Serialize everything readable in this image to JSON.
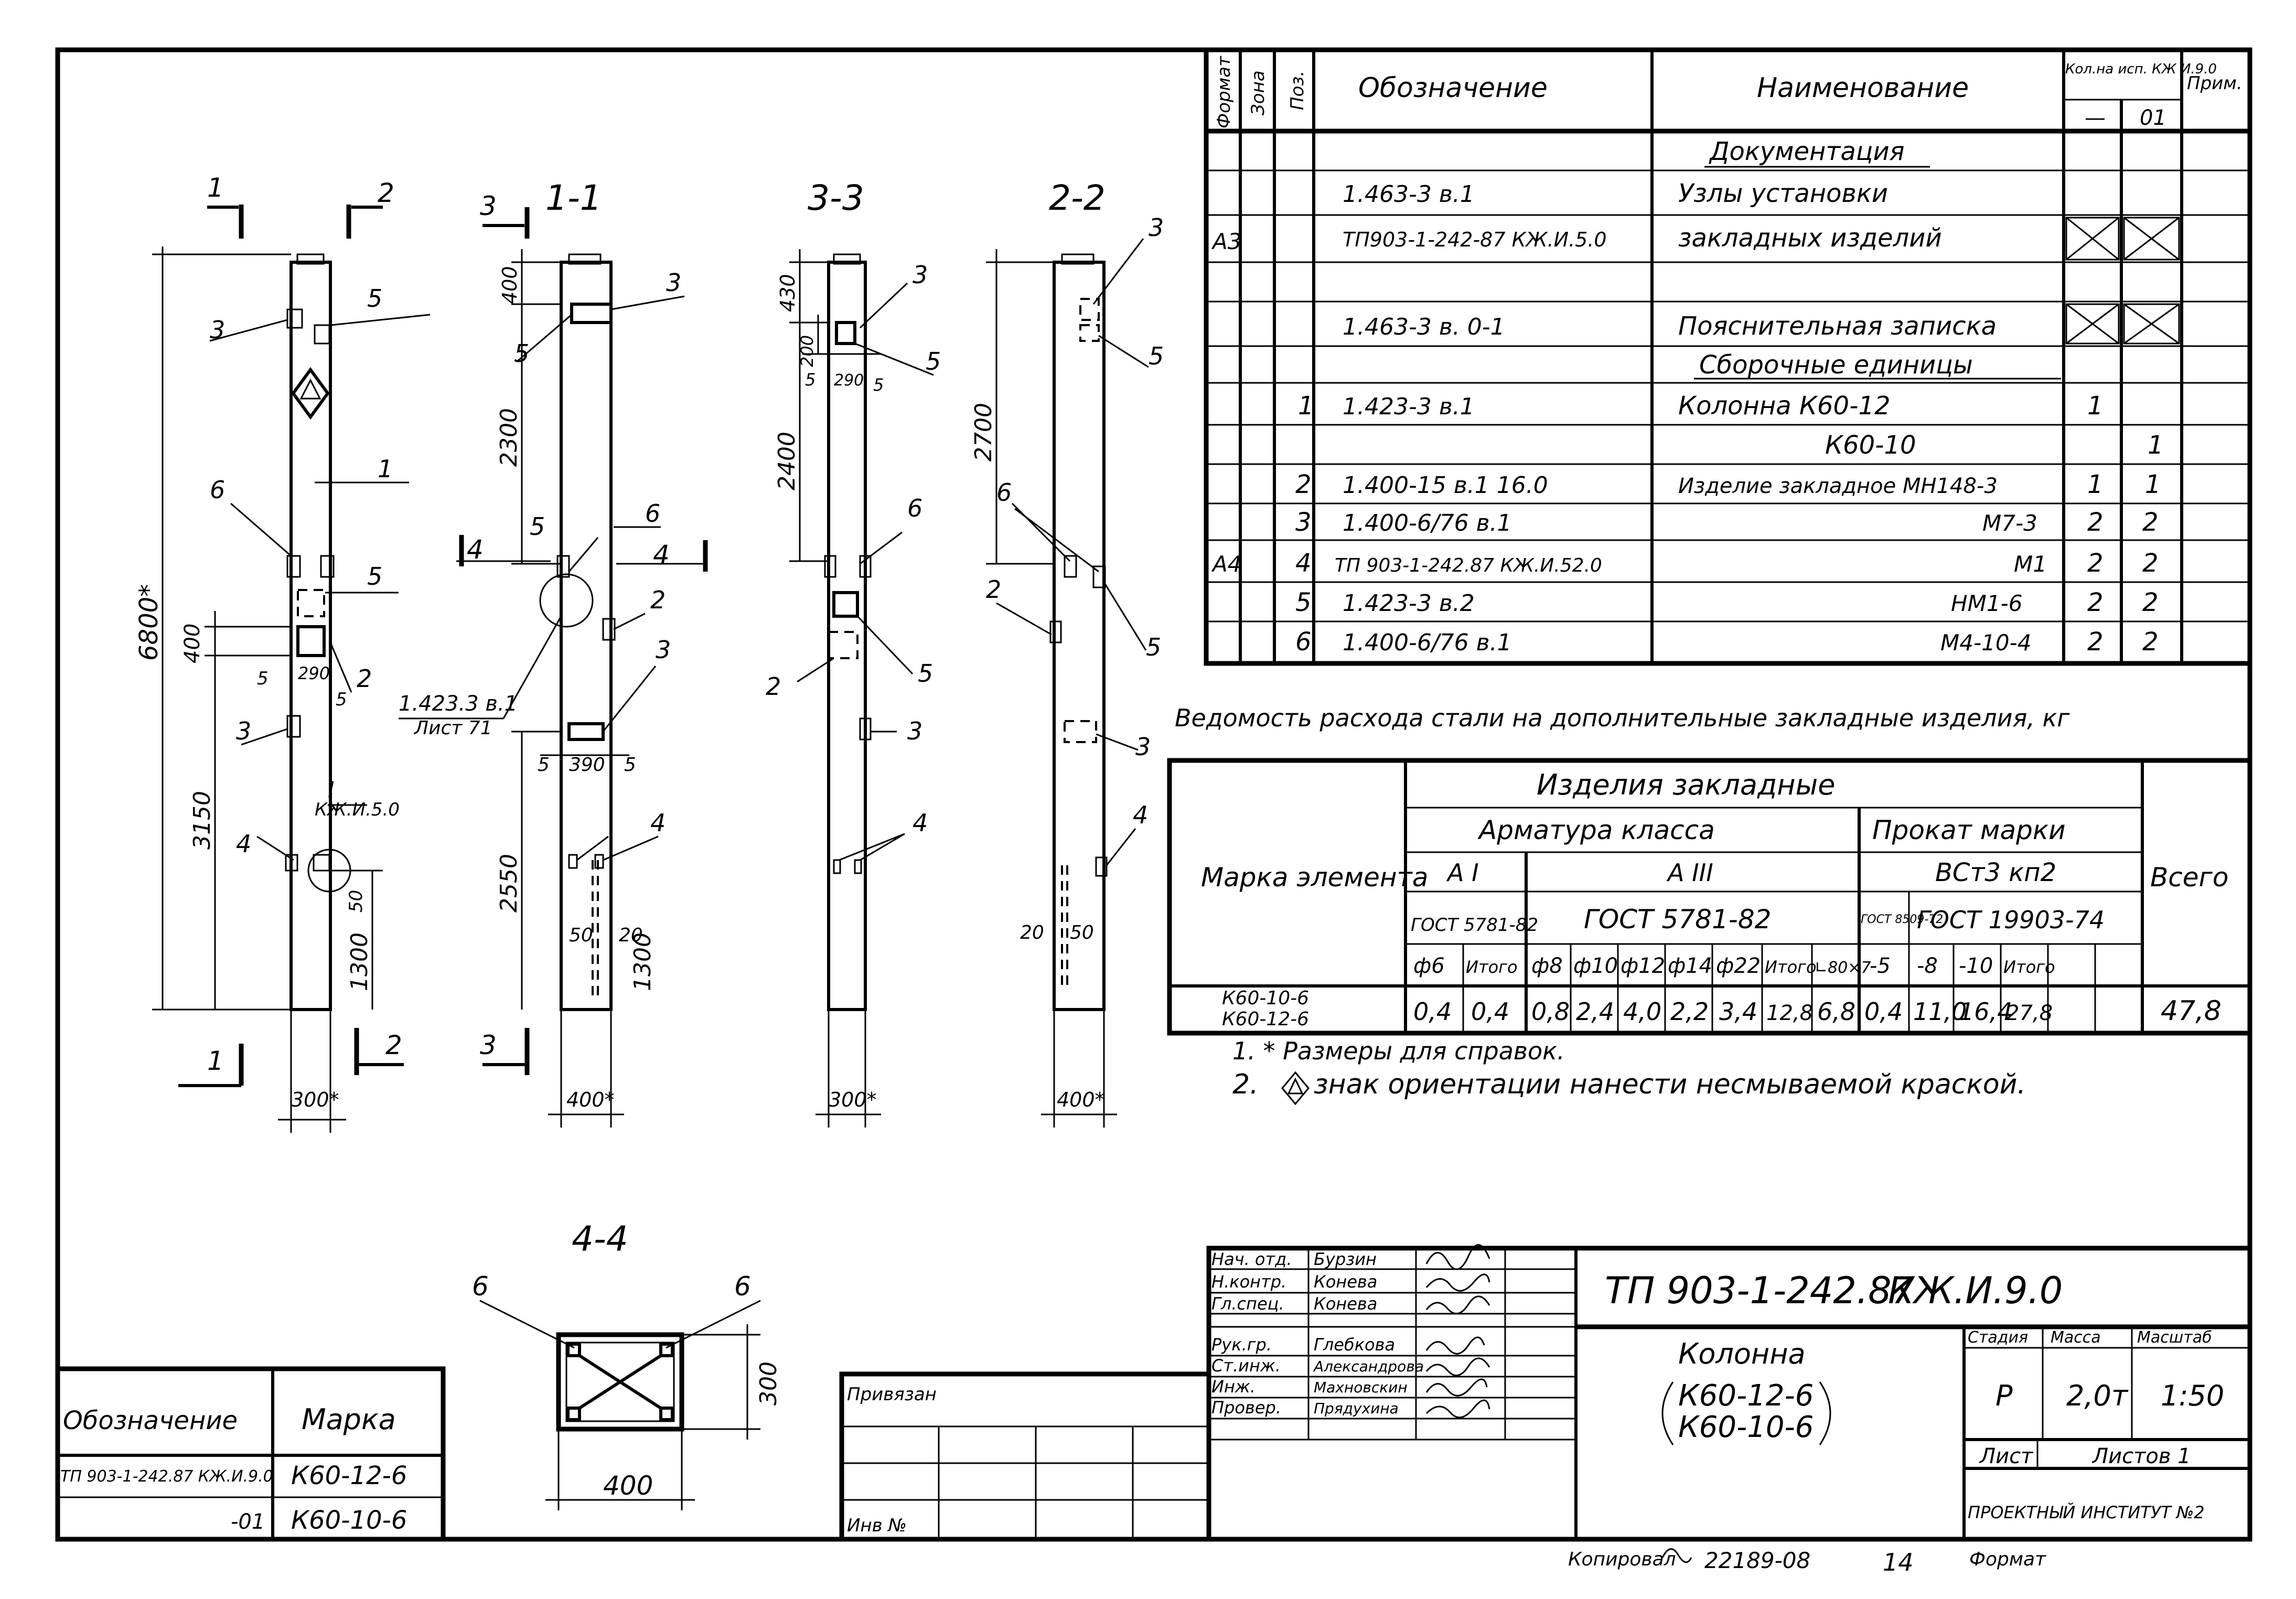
{
  "spec_table": {
    "headers": {
      "format": "Формат",
      "zone": "Зона",
      "pos": "Поз.",
      "designation": "Обозначение",
      "name": "Наименование",
      "qty": "Кол.на исп. КЖ И.9.0",
      "note": "Прим.",
      "qty_variant_a": "—",
      "qty_variant_b": "01"
    },
    "rows": [
      {
        "format": "",
        "pos": "",
        "designation": "",
        "name": "Документация",
        "qa": "",
        "qb": ""
      },
      {
        "format": "",
        "pos": "",
        "designation": "1.463-3 в.1",
        "name": "Узлы установки",
        "qa": "",
        "qb": ""
      },
      {
        "format": "А3",
        "pos": "",
        "designation": "ТП903-1-242-87 КЖ.И.5.0",
        "name": "закладных изделий",
        "qa": "",
        "qb": ""
      },
      {
        "format": "",
        "pos": "",
        "designation": "",
        "name": "",
        "qa": "",
        "qb": ""
      },
      {
        "format": "",
        "pos": "",
        "designation": "1.463-3 в. 0-1",
        "name": "Пояснительная записка",
        "qa": "",
        "qb": ""
      },
      {
        "format": "",
        "pos": "",
        "designation": "",
        "name": "Сборочные единицы",
        "qa": "",
        "qb": ""
      },
      {
        "format": "",
        "pos": "1",
        "designation": "1.423-3 в.1",
        "name": "Колонна К60-12",
        "qa": "1",
        "qb": ""
      },
      {
        "format": "",
        "pos": "",
        "designation": "",
        "name": "К60-10",
        "qa": "",
        "qb": "1"
      },
      {
        "format": "",
        "pos": "2",
        "designation": "1.400-15 в.1 16.0",
        "name": "Изделие закладное МН148-3",
        "qa": "1",
        "qb": "1"
      },
      {
        "format": "",
        "pos": "3",
        "designation": "1.400-6/76 в.1",
        "name": "М7-3",
        "qa": "2",
        "qb": "2"
      },
      {
        "format": "А4",
        "pos": "4",
        "designation": "ТП 903-1-242.87 КЖ.И.52.0",
        "name": "М1",
        "qa": "2",
        "qb": "2"
      },
      {
        "format": "",
        "pos": "5",
        "designation": "1.423-3 в.2",
        "name": "НМ1-6",
        "qa": "2",
        "qb": "2"
      },
      {
        "format": "",
        "pos": "6",
        "designation": "1.400-6/76 в.1",
        "name": "М4-10-4",
        "qa": "2",
        "qb": "2"
      }
    ]
  },
  "steel_table": {
    "caption": "Ведомость расхода стали на дополнительные закладные изделия, кг",
    "col_mark": "Марка элемента",
    "col_group": "Изделия закладные",
    "col_rebar": "Арматура класса",
    "col_rolled": "Прокат марки",
    "col_total": "Всего",
    "class_a1": "А I",
    "class_a3": "А III",
    "steel_grade": "ВСт3 кп2",
    "gost_a1": "ГОСТ 5781-82",
    "gost_a3": "ГОСТ 5781-82",
    "gost_rolled_small": "ГОСТ 8509-72",
    "gost_rolled": "ГОСТ 19903-74",
    "subheads": [
      "ф6",
      "Итого",
      "ф8",
      "ф10",
      "ф12",
      "ф14",
      "ф22",
      "Итого",
      "∟80×7",
      "-5",
      "-8",
      "-10",
      "Итого"
    ],
    "mark_values": [
      "К60-10-6",
      "К60-12-6"
    ],
    "values": [
      "0,4",
      "0,4",
      "0,8",
      "2,4",
      "4,0",
      "2,2",
      "3,4",
      "12,8",
      "6,8",
      "0,4",
      "11,0",
      "16,4",
      "27,8"
    ],
    "total": "47,8"
  },
  "notes": {
    "n1": "1. * Размеры для справок.",
    "n2_prefix": "2.",
    "n2": "знак ориентации нанести несмываемой краской."
  },
  "drawing": {
    "section_labels": [
      "1-1",
      "3-3",
      "2-2",
      "4-4"
    ],
    "dims": {
      "total_height": "6800*",
      "d400": "400",
      "d3150": "3150",
      "d1300": "1300",
      "d50": "50",
      "d2300": "2300",
      "d2550": "2550",
      "d390": "390",
      "d5": "5",
      "d20": "20",
      "d430": "430",
      "d2400": "2400",
      "d200": "200",
      "d290": "290",
      "d2700": "2700",
      "w300": "300*",
      "w400": "400*",
      "sec_w": "400",
      "sec_h": "300"
    },
    "leaders": {
      "ref_node": "1.423.3 в.1",
      "ref_sheet": "Лист 71",
      "node_mark": "I",
      "node_ref": "КЖ.И.5.0",
      "cut1": "1",
      "cut2": "2",
      "cut3": "3",
      "cut4": "4",
      "p1": "1",
      "p2": "2",
      "p3": "3",
      "p4": "4",
      "p5": "5",
      "p6": "6"
    }
  },
  "mark_table": {
    "col_designation": "Обозначение",
    "col_mark": "Марка",
    "rows": [
      {
        "designation": "ТП 903-1-242.87 КЖ.И.9.0",
        "mark": "К60-12-6"
      },
      {
        "designation": "-01",
        "mark": "К60-10-6"
      }
    ]
  },
  "binding": {
    "label": "Привязан",
    "inv": "Инв №"
  },
  "title_block": {
    "code": "ТП 903-1-242.87",
    "sheet_code": "КЖ.И.9.0",
    "title": "Колонна",
    "variants": [
      "К60-12-6",
      "К60-10-6"
    ],
    "stage_h": "Стадия",
    "mass_h": "Масса",
    "scale_h": "Масштаб",
    "stage": "Р",
    "mass": "2,0т",
    "scale": "1:50",
    "sheet_h": "Лист",
    "sheets_h": "Листов 1",
    "org": "ПРОЕКТНЫЙ ИНСТИТУТ №2",
    "signers": [
      {
        "role": "Нач. отд.",
        "name": "Бурзин"
      },
      {
        "role": "Н.контр.",
        "name": "Конева"
      },
      {
        "role": "Гл.спец.",
        "name": "Конева"
      },
      {
        "role": "Рук.гр.",
        "name": "Глебкова"
      },
      {
        "role": "Ст.инж.",
        "name": "Александрова"
      },
      {
        "role": "Инж.",
        "name": "Махновскин"
      },
      {
        "role": "Провер.",
        "name": "Прядухина"
      }
    ]
  },
  "footer": {
    "copied": "Копировал",
    "number": "22189-08",
    "sheet_no": "14",
    "format": "Формат"
  }
}
